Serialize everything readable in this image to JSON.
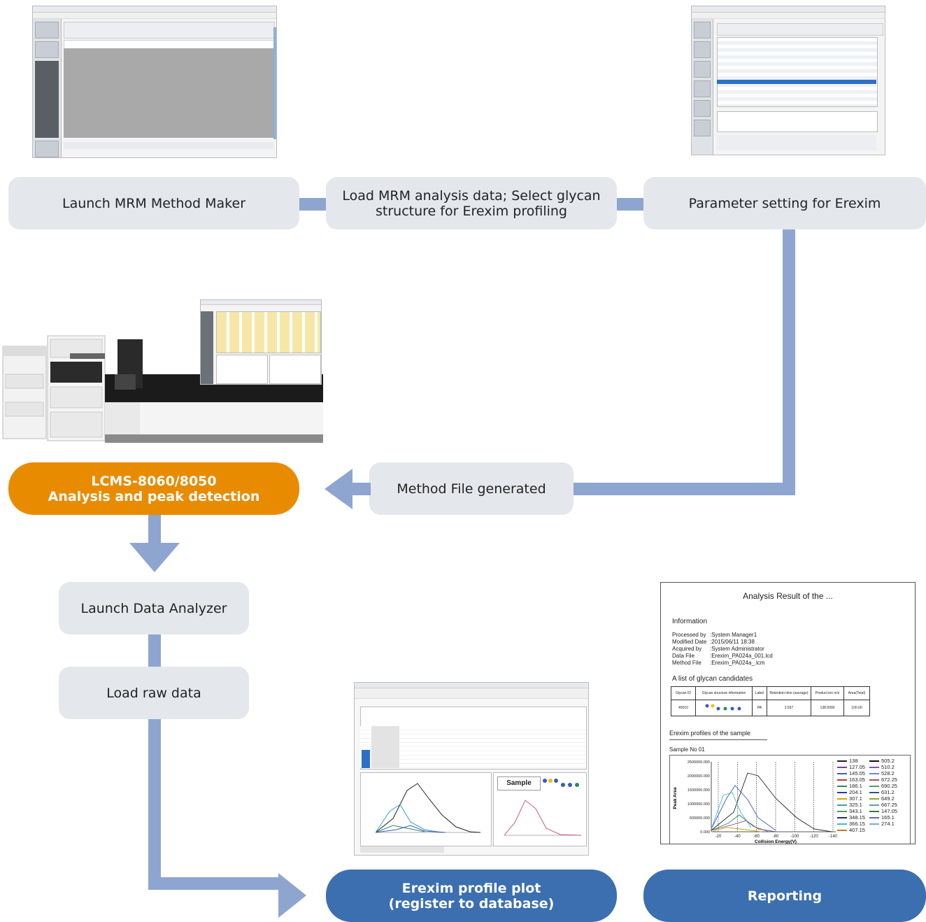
{
  "steps": {
    "launch_mrm": "Launch MRM Method Maker",
    "load_mrm_line1": "Load MRM analysis data; Select glycan",
    "load_mrm_line2": "structure for Erexim profiling",
    "parameter": "Parameter setting for Erexim",
    "method_file": "Method File generated",
    "lcms_line1": "LCMS-8060/8050",
    "lcms_line2": "Analysis and peak detection",
    "launch_analyzer": "Launch Data Analyzer",
    "load_raw": "Load raw data",
    "erexim_line1": "Erexim profile plot",
    "erexim_line2": "(register to database)",
    "reporting": "Reporting"
  },
  "report": {
    "title": "Analysis Result of the ...",
    "info_heading": "Information",
    "info_rows": [
      {
        "label": "Processed by",
        "value": ":System Manager1"
      },
      {
        "label": "Modified Date",
        "value": ":2015/06/11 18:38"
      },
      {
        "label": "Acquired by",
        "value": ":System Administrator"
      },
      {
        "label": "Data File",
        "value": ":Erexim_PA024a_001.lcd"
      },
      {
        "label": "Method File",
        "value": ":Erexim_PA024a_.lcm"
      }
    ],
    "list_heading": "A list of glycan candidates",
    "table_headers": [
      "Glycan ID",
      "Glycan structure information",
      "Label",
      "Retention time (average)",
      "Product ion m/z",
      "Area(Total)"
    ],
    "table_row": [
      "45010",
      "",
      "PA",
      "3.937",
      "138.0000",
      "100.00"
    ],
    "profiles_heading": "Erexim profiles of the sample",
    "sample_label": "Sample No 01",
    "ylabel": "Peak Area",
    "xlabel": "Collision Energy(V)",
    "y_ticks": [
      "2500000.000",
      "2000000.000",
      "1500000.000",
      "1000000.000",
      "500000.000",
      "0.000"
    ],
    "x_ticks": [
      "-20",
      "-40",
      "-60",
      "-80",
      "-100",
      "-120",
      "-140"
    ],
    "legend_left": [
      "138",
      "127.05",
      "145.05",
      "163.05",
      "186.1",
      "204.1",
      "307.1",
      "325.1",
      "343.1",
      "348.15",
      "366.15",
      "407.15"
    ],
    "legend_right": [
      "505.2",
      "510.2",
      "528.2",
      "672.25",
      "690.25",
      "631.2",
      "649.2",
      "667.25",
      "147.05",
      "165.1",
      "274.1"
    ],
    "legend_colors_left": [
      "#222222",
      "#7a3fa0",
      "#3a5bbf",
      "#c0392b",
      "#2e8b57",
      "#1f3f8f",
      "#d6a400",
      "#3aa0a0",
      "#4fa04f",
      "#2a2a7a",
      "#46b6d6",
      "#c27a2a"
    ],
    "legend_colors_right": [
      "#111111",
      "#8a4fc0",
      "#6a8ad0",
      "#b05050",
      "#4aa070",
      "#2f4f8f",
      "#9aa030",
      "#5fa0a0",
      "#3a7a3a",
      "#6a6aaa",
      "#70b0d0"
    ]
  },
  "analyzer_shot": {
    "sample_title": "Sample"
  },
  "colors": {
    "connector": "#8ea5cf",
    "step_gray": "#e4e8ec",
    "step_orange": "#e98b00",
    "step_blue": "#3b6fb0"
  }
}
